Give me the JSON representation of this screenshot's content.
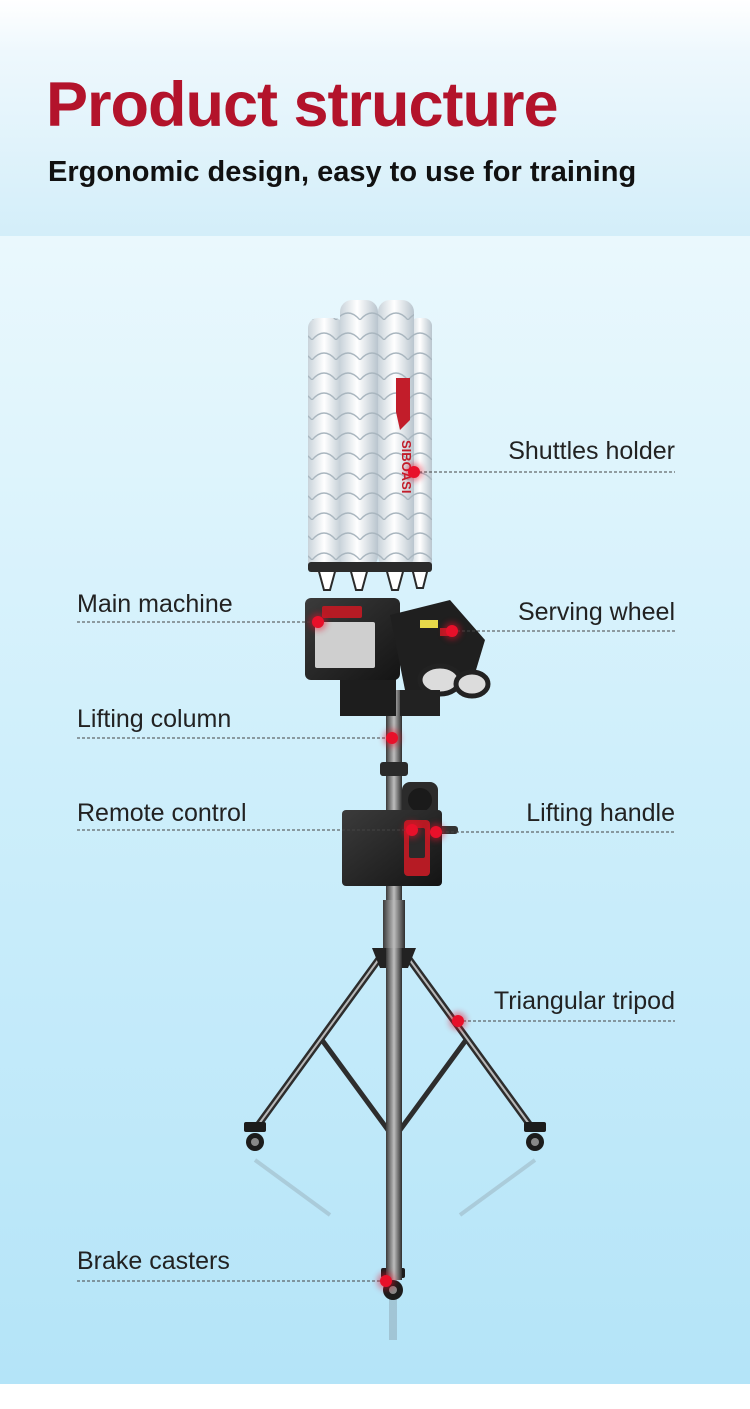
{
  "header": {
    "title": "Product structure",
    "subtitle": "Ergonomic design, easy to use for training"
  },
  "product": {
    "brand": "SIBOASI"
  },
  "callouts": [
    {
      "id": "shuttles-holder",
      "label": "Shuttles holder",
      "side": "right"
    },
    {
      "id": "main-machine",
      "label": "Main machine",
      "side": "left"
    },
    {
      "id": "serving-wheel",
      "label": "Serving wheel",
      "side": "right"
    },
    {
      "id": "lifting-column",
      "label": "Lifting column",
      "side": "left"
    },
    {
      "id": "remote-control",
      "label": "Remote control",
      "side": "left"
    },
    {
      "id": "lifting-handle",
      "label": "Lifting handle",
      "side": "right"
    },
    {
      "id": "triangular-tripod",
      "label": "Triangular tripod",
      "side": "right"
    },
    {
      "id": "brake-casters",
      "label": "Brake casters",
      "side": "left"
    }
  ],
  "colors": {
    "title": "#b3132b",
    "marker": "#e8102a",
    "leader_line": "#444444"
  }
}
